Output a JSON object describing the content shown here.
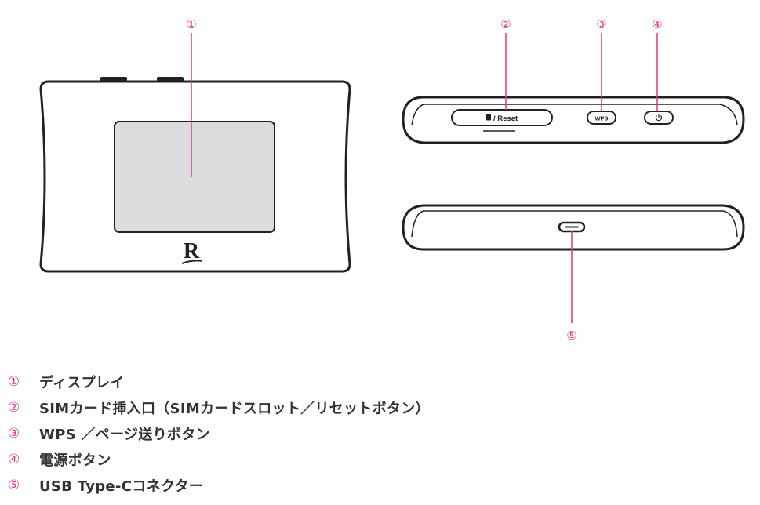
{
  "callouts": {
    "c1": "①",
    "c2": "②",
    "c3": "③",
    "c4": "④",
    "c5": "⑤"
  },
  "device": {
    "logo": "R",
    "reset_label": "/ Reset",
    "wps_label": "WPS"
  },
  "legend": [
    {
      "num": "①",
      "text": "ディスプレイ"
    },
    {
      "num": "②",
      "text": "SIMカード挿入口（SIMカードスロット／リセットボタン）"
    },
    {
      "num": "③",
      "text": "WPS ／ページ送りボタン"
    },
    {
      "num": "④",
      "text": "電源ボタン"
    },
    {
      "num": "⑤",
      "text": "USB Type-Cコネクター"
    }
  ],
  "colors": {
    "accent": "#e2348b",
    "outline": "#222222",
    "screen": "#dcdcdc"
  }
}
